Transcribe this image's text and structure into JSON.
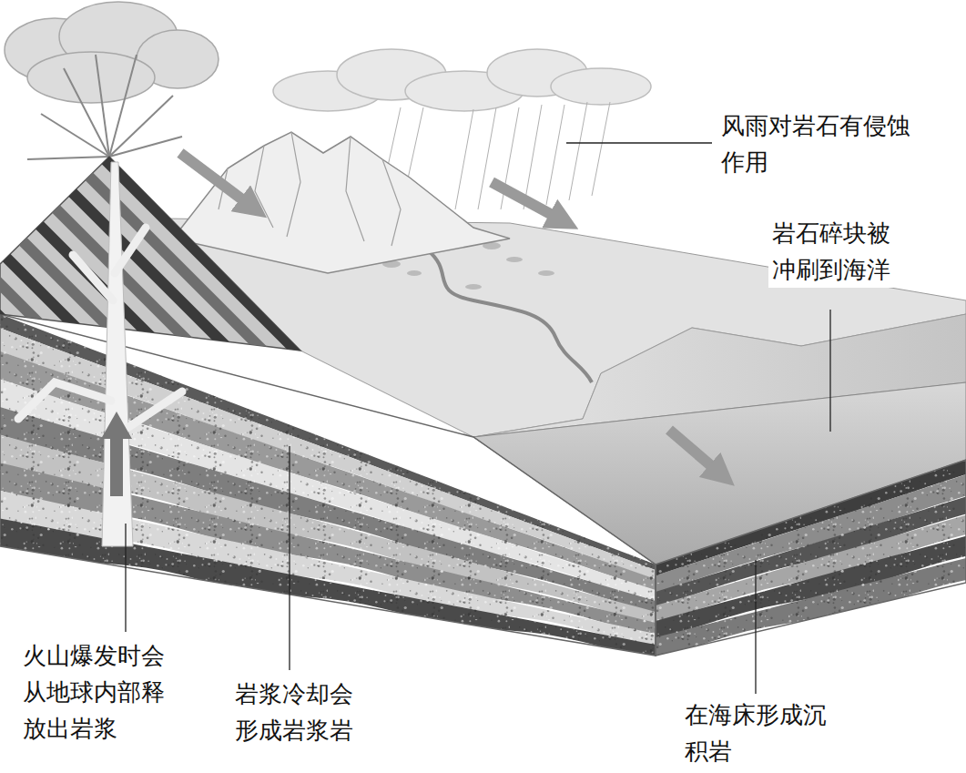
{
  "diagram": {
    "labels": [
      "风雨对岩石有侵蚀 作用",
      "岩石碎块被 冲刷到海洋",
      "火山爆发时会 从地球内部释 放出岩浆",
      "岩浆冷却会 形成岩浆岩",
      "在海床形成沉 积岩"
    ]
  }
}
